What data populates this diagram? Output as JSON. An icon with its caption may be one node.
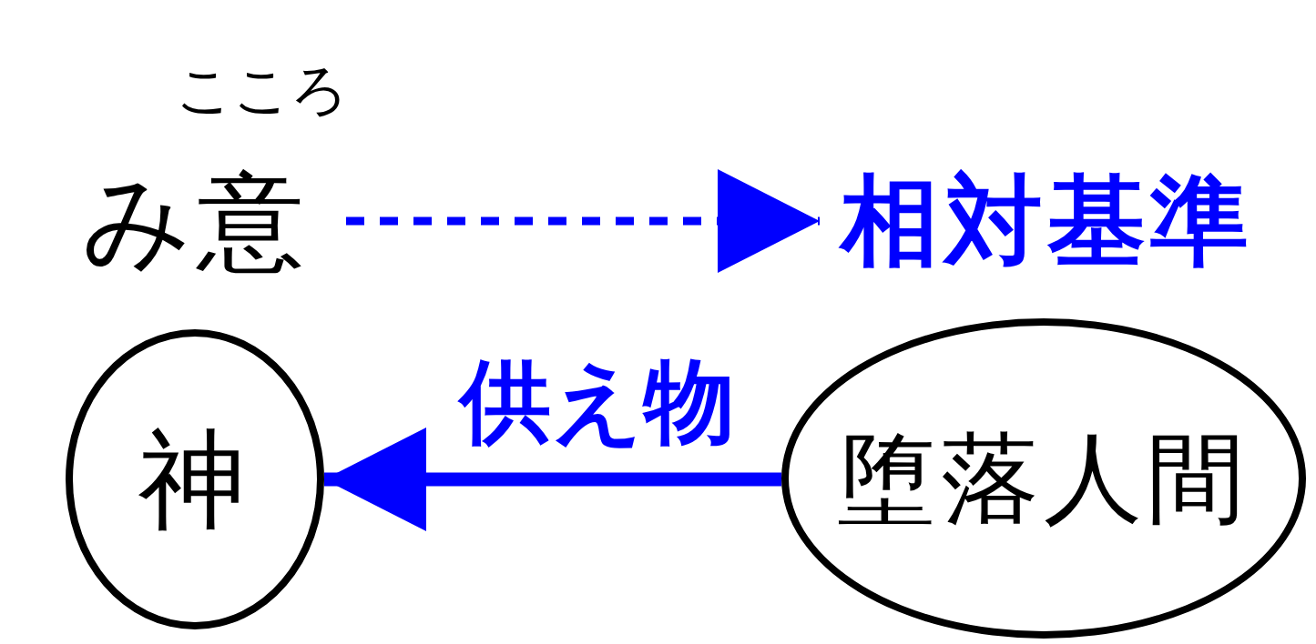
{
  "diagram": {
    "nodes": [
      {
        "text": [
          "み意"
        ],
        "beside": [
          "こころ"
        ]
      },
      {
        "text": [
          "相対基準"
        ]
      },
      {
        "text": [
          "神"
        ]
      },
      {
        "text": [
          "堕落人間"
        ]
      }
    ],
    "edges": [
      {
        "from": 0,
        "to": 1,
        "arrow": "to",
        "style": "dashed"
      },
      {
        "from": 3,
        "to": 2,
        "arrow": "to",
        "label": "供え物"
      }
    ]
  }
}
